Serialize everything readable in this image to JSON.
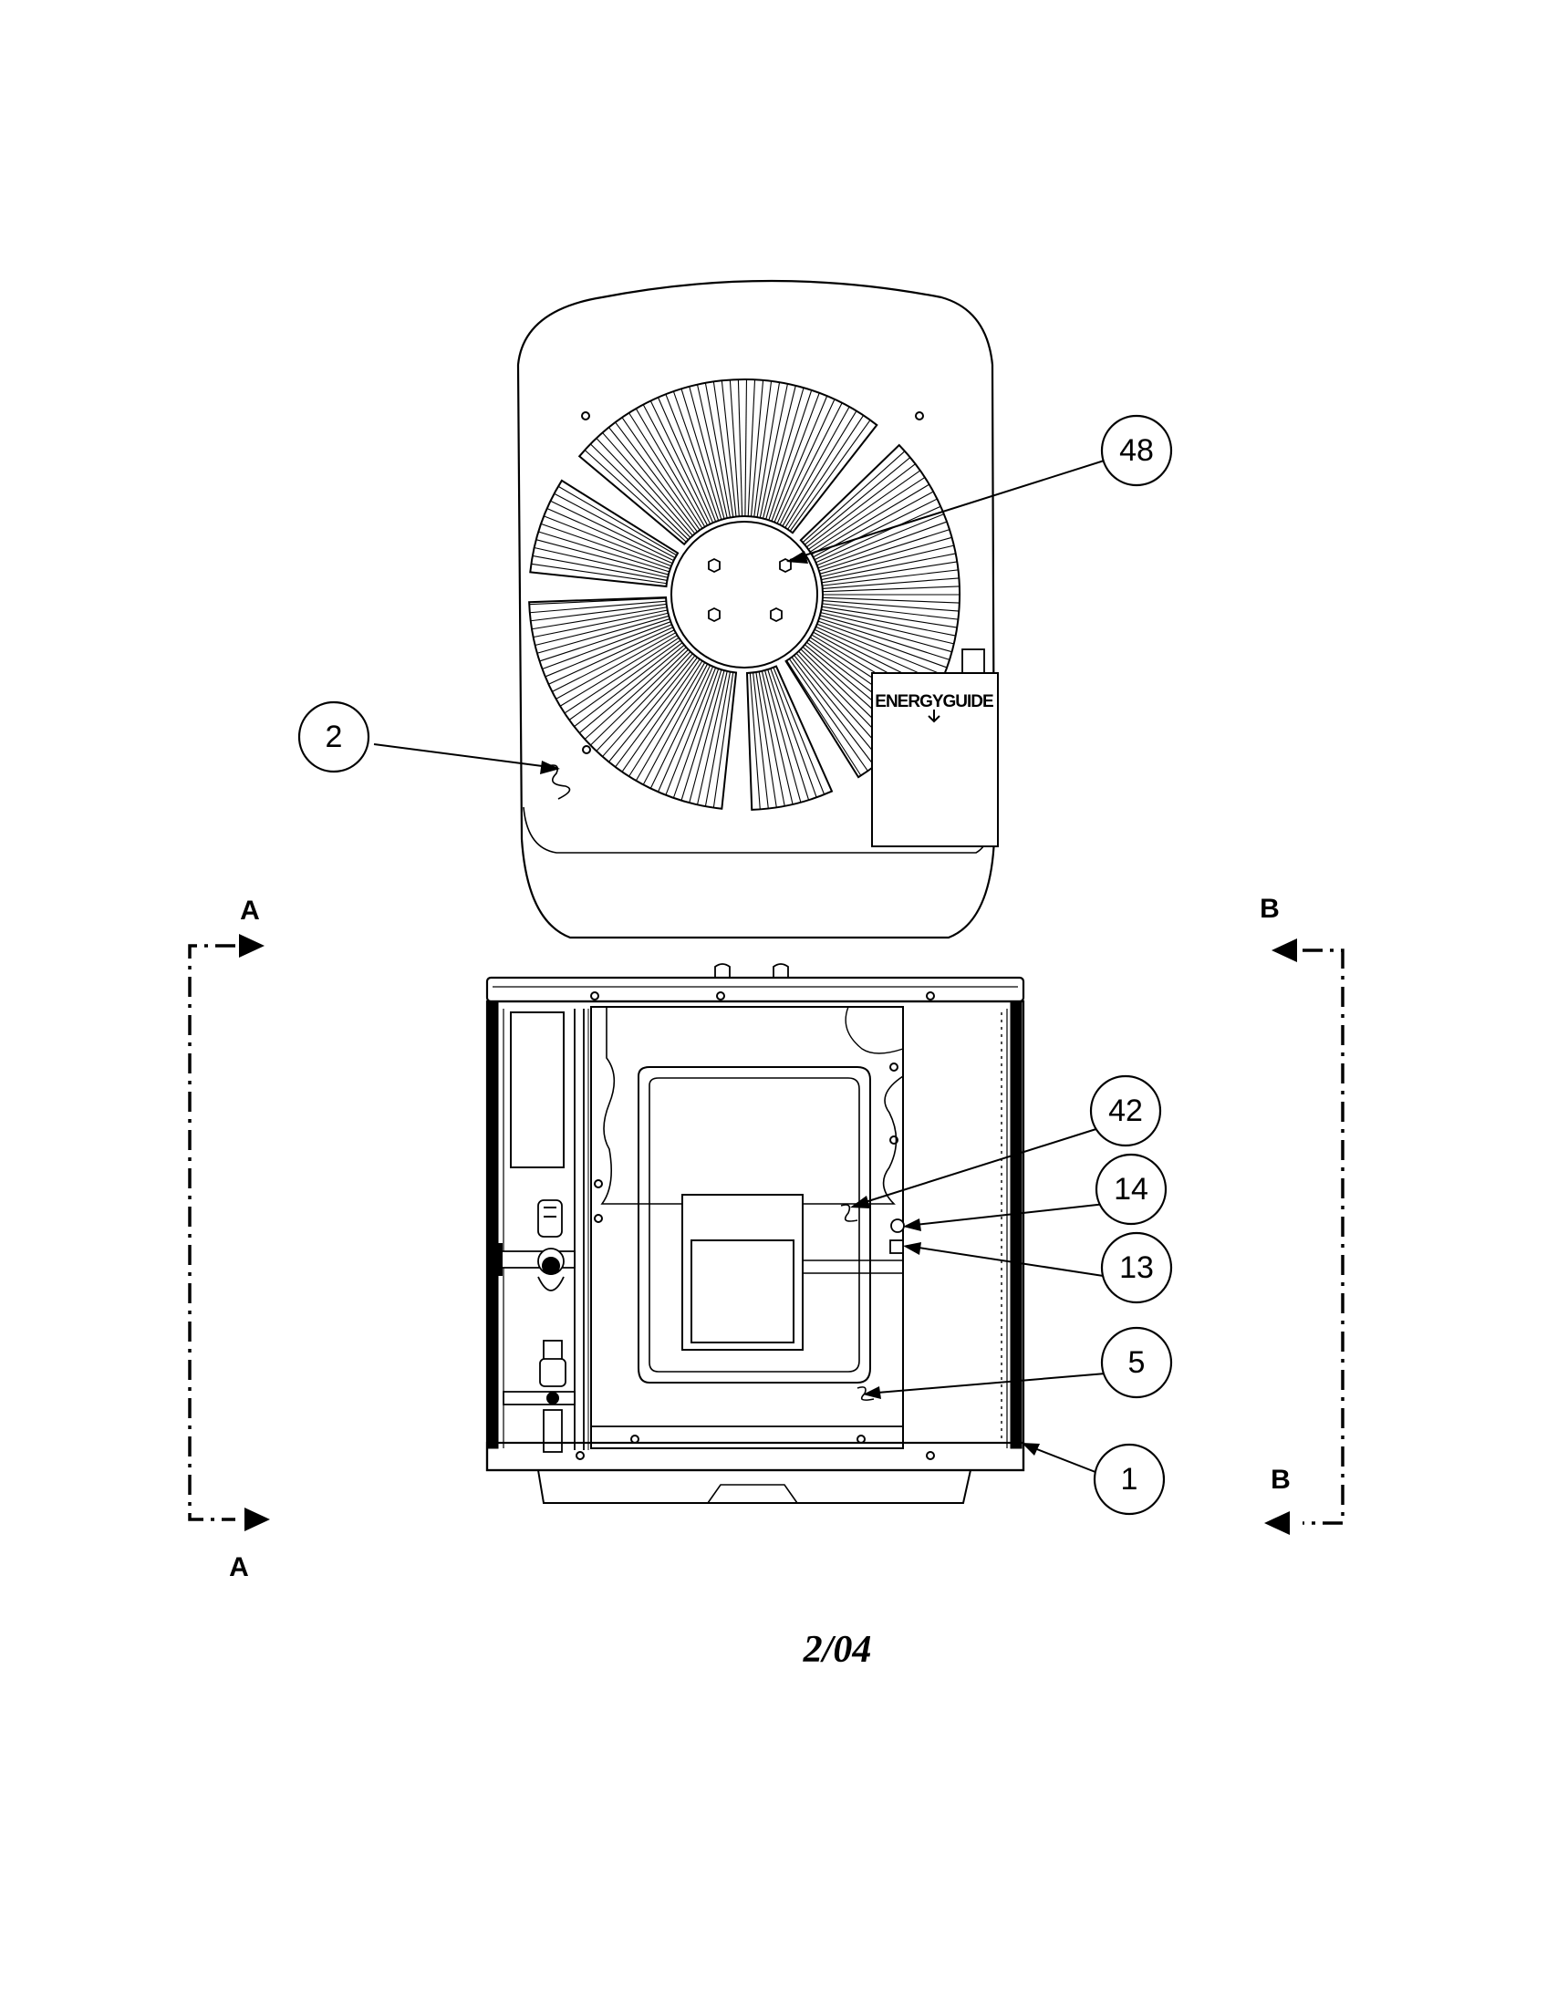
{
  "diagram": {
    "energy_label": "ENERGYGUIDE",
    "callouts": [
      {
        "id": "48"
      },
      {
        "id": "2"
      },
      {
        "id": "42"
      },
      {
        "id": "14"
      },
      {
        "id": "13"
      },
      {
        "id": "5"
      },
      {
        "id": "1"
      }
    ],
    "section_markers": {
      "left": "A",
      "right": "B"
    },
    "date": "2/04"
  },
  "colors": {
    "line": "#000000",
    "background": "#ffffff"
  }
}
